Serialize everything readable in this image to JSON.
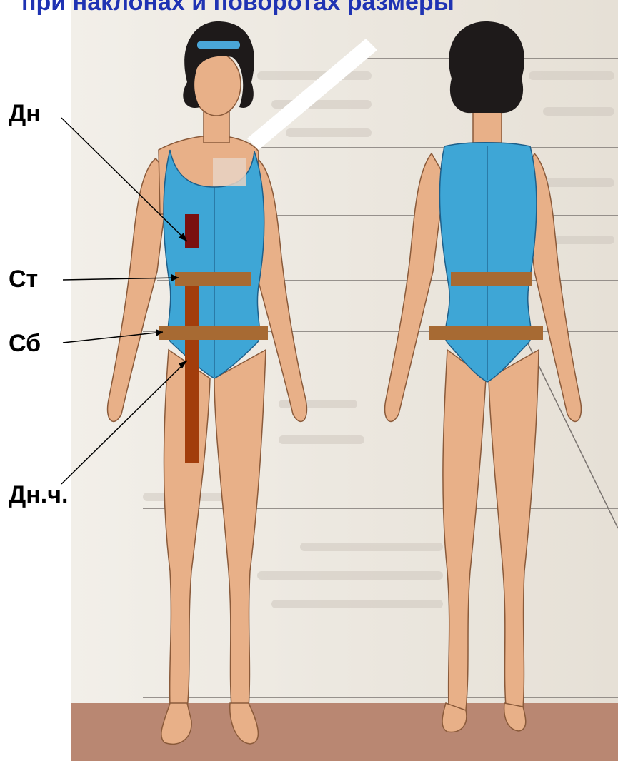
{
  "heading": "при наклонах и поворотах размеры",
  "labels": {
    "dn": "Дн",
    "st": "Ст",
    "sb": "Сб",
    "dnch": "Дн.ч."
  },
  "colors": {
    "heading": "#1f33b3",
    "skin": "#e8b088",
    "skin_shade": "#c98a60",
    "hair": "#1e1a1a",
    "swimsuit": "#3ea6d6",
    "swimsuit_shade": "#2a86b8",
    "headband": "#4aa6d8",
    "paper": "#ece7de",
    "floor": "#b98772",
    "bar_dark": "#7a1010",
    "bar_rust": "#a23d0b",
    "bar_tan": "#a76a33"
  }
}
